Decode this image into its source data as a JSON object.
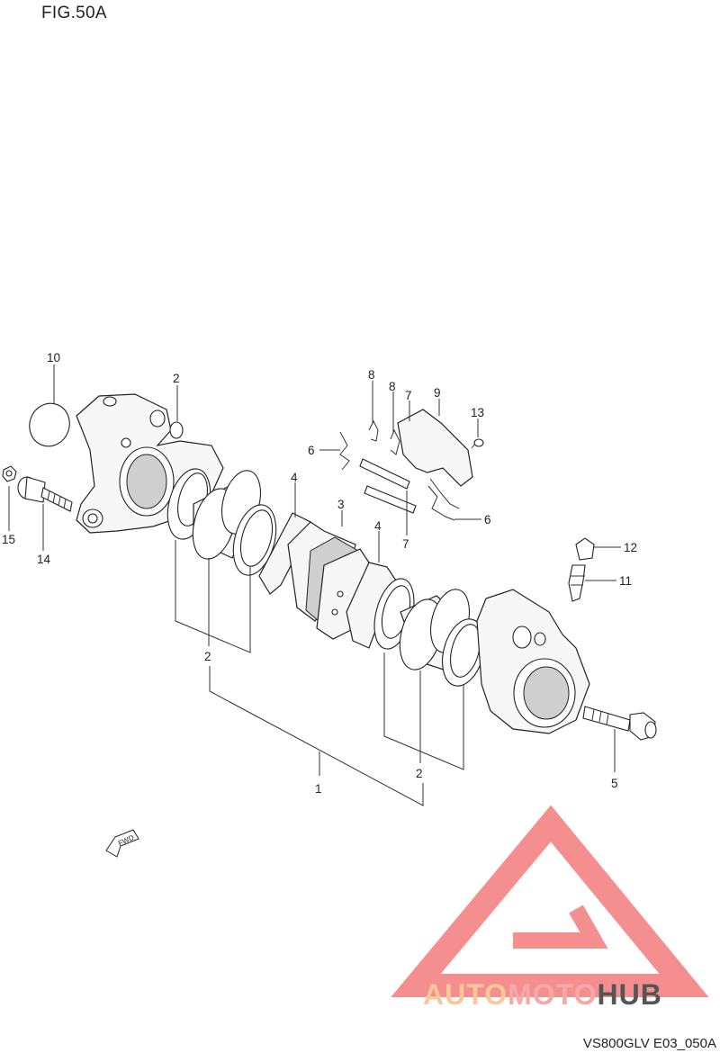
{
  "figure": {
    "title": "FIG.50A",
    "code": "VS800GLV E03_050A",
    "fwd_label": "FWD"
  },
  "callouts": [
    {
      "id": "c10",
      "label": "10"
    },
    {
      "id": "c2a",
      "label": "2"
    },
    {
      "id": "c15",
      "label": "15"
    },
    {
      "id": "c14",
      "label": "14"
    },
    {
      "id": "c8a",
      "label": "8"
    },
    {
      "id": "c8b",
      "label": "8"
    },
    {
      "id": "c7a",
      "label": "7"
    },
    {
      "id": "c9",
      "label": "9"
    },
    {
      "id": "c13",
      "label": "13"
    },
    {
      "id": "c6a",
      "label": "6"
    },
    {
      "id": "c6b",
      "label": "6"
    },
    {
      "id": "c7b",
      "label": "7"
    },
    {
      "id": "c4a",
      "label": "4"
    },
    {
      "id": "c3",
      "label": "3"
    },
    {
      "id": "c4b",
      "label": "4"
    },
    {
      "id": "c12",
      "label": "12"
    },
    {
      "id": "c11",
      "label": "11"
    },
    {
      "id": "c2b",
      "label": "2"
    },
    {
      "id": "c2c",
      "label": "2"
    },
    {
      "id": "c1",
      "label": "1"
    },
    {
      "id": "c5",
      "label": "5"
    }
  ],
  "watermark": {
    "text_part1": "AUTO",
    "text_part2": "MOTO",
    "text_part3": "HUB",
    "color_triangle": "#f26a6a",
    "color_auto": "#f7c99a",
    "color_moto": "#f4a8a8",
    "color_hub": "#555555"
  }
}
